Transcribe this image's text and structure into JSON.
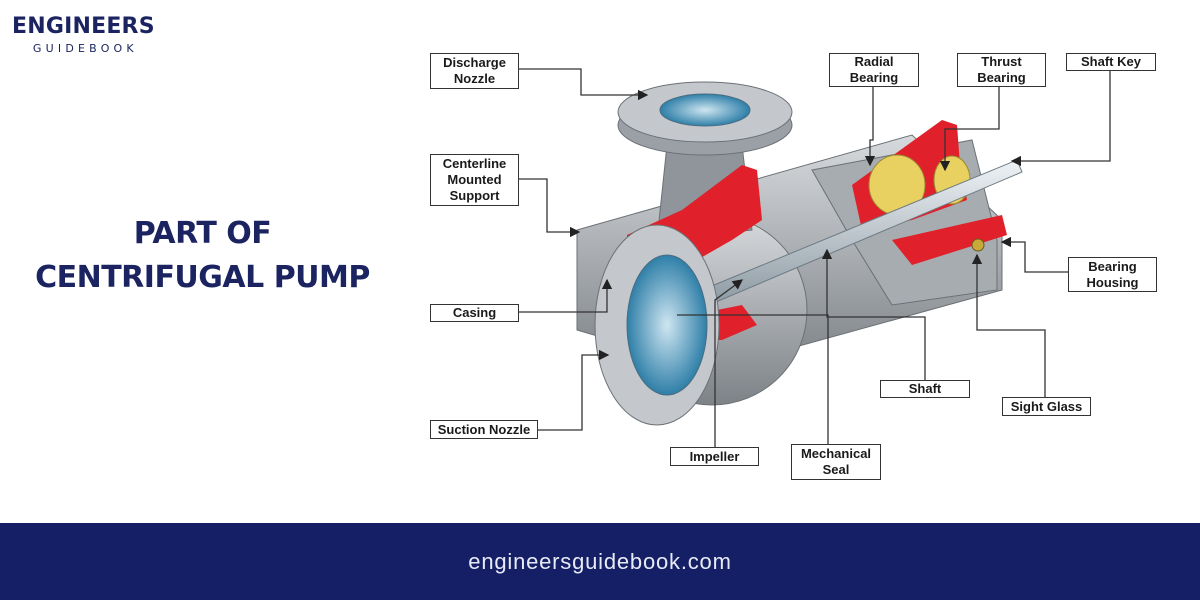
{
  "logo": {
    "main": "ENGINEERS",
    "sub": "GUIDEBOOK"
  },
  "title": {
    "line1": "PART OF",
    "line2": "CENTRIFUGAL PUMP"
  },
  "diagram": {
    "colors": {
      "casing": "#9ea3a8",
      "cutaway": "#e0202a",
      "bore": "#4b9cc4",
      "bearing": "#e8d160",
      "shaft": "#c9d3da"
    },
    "labels": {
      "discharge_nozzle": [
        "Discharge",
        "Nozzle"
      ],
      "centerline_support": [
        "Centerline",
        "Mounted",
        "Support"
      ],
      "casing": "Casing",
      "suction_nozzle": "Suction Nozzle",
      "impeller": "Impeller",
      "mechanical_seal": [
        "Mechanical",
        "Seal"
      ],
      "shaft": "Shaft",
      "sight_glass": "Sight Glass",
      "bearing_housing": [
        "Bearing",
        "Housing"
      ],
      "radial_bearing": [
        "Radial",
        "Bearing"
      ],
      "thrust_bearing": [
        "Thrust",
        "Bearing"
      ],
      "shaft_key": "Shaft Key"
    }
  },
  "footer": {
    "url": "engineersguidebook.com"
  }
}
